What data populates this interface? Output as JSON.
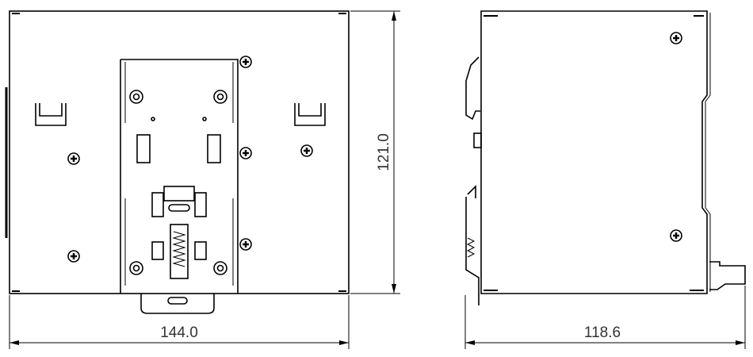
{
  "drawing": {
    "front_view": {
      "width_dimension": "144.0",
      "height_dimension": "121.0"
    },
    "side_view": {
      "depth_dimension": "118.6"
    },
    "colors": {
      "line": "#000000",
      "text": "#333333",
      "background": "#ffffff"
    }
  }
}
